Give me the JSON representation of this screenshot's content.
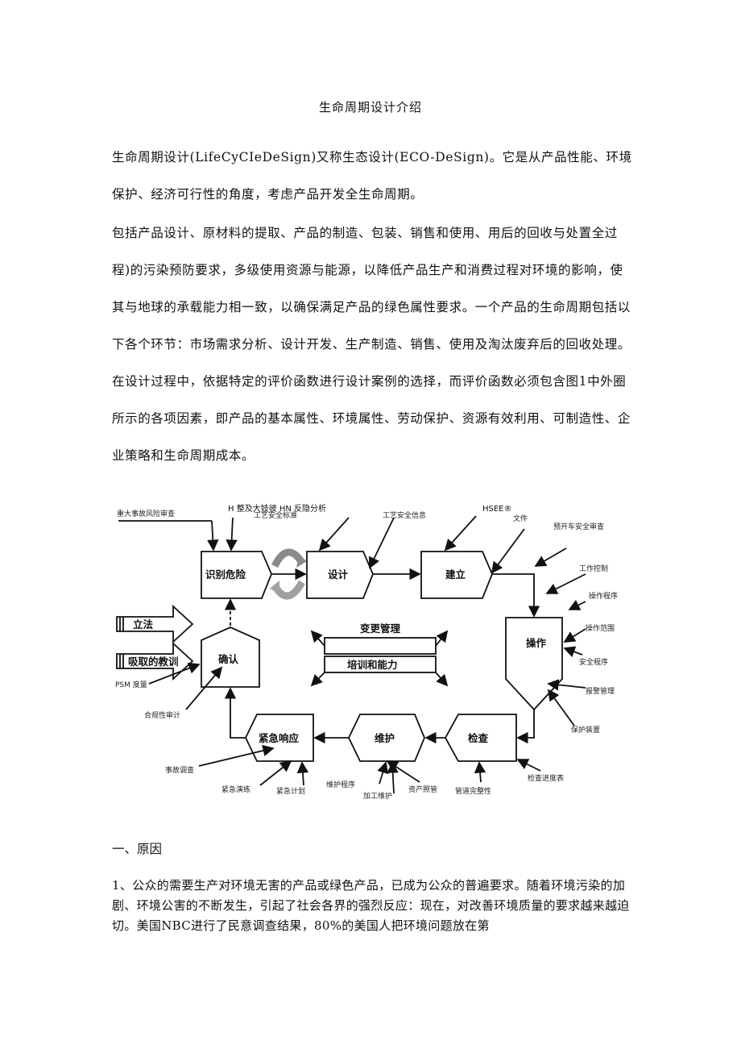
{
  "doc": {
    "title": "生命周期设计介绍",
    "para1": "生命周期设计(LifeCyCIeDeSign)又称生态设计(ECO-DeSign)。它是从产品性能、环境保护、经济可行性的角度，考虑产品开发全生命周期。",
    "para2": "包括产品设计、原材料的提取、产品的制造、包装、销售和使用、用后的回收与处置全过程)的污染预防要求，多级使用资源与能源，以降低产品生产和消费过程对环境的影响，使其与地球的承载能力相一致，以确保满足产品的绿色属性要求。一个产品的生命周期包括以下各个环节：市场需求分析、设计开发、生产制造、销售、使用及淘汰废弃后的回收处理。在设计过程中，依据特定的评价函数进行设计案例的选择，而评价函数必须包含图1中外圈所示的各项因素，即产品的基本属性、环境属性、劳动保护、资源有效利用、可制造性、企业策略和生命周期成本。",
    "section_heading": "一、原因",
    "para3": "1、公众的需要生产对环境无害的产品或绿色产品，已成为公众的普遍要求。随着环境污染的加剧、环境公害的不断发生，引起了社会各界的强烈反应：现在，对改善环境质量的要求越来越迫切。美国NBC进行了民意调查结果，80%的美国人把环境问题放在第"
  },
  "diagram": {
    "header_left": "H 整及大妓彼 HN 反隐分析",
    "header_right": "HSEE®",
    "boxes": {
      "identify": "识别危险",
      "design": "设计",
      "build": "建立",
      "operate": "操作",
      "inspect": "检查",
      "maintain": "维护",
      "emergency": "紧急响应",
      "confirm": "确认"
    },
    "inputs": {
      "legislation": "立法",
      "lessons": "吸取的教训"
    },
    "center": {
      "change_mgmt": "变更管理",
      "training": "培训和能力"
    },
    "labels": {
      "major_risk": "重大事故风险审查",
      "process_std": "工艺安全标准",
      "process_info": "工艺安全信息",
      "file": "文件",
      "prestart": "预开车安全审查",
      "work_control": "工作控制",
      "op_proc": "操作程序",
      "op_range": "操作范围",
      "safe_proc": "安全程序",
      "alarm_mgmt": "报警管理",
      "protect_dev": "保护装置",
      "insp_schedule": "检查进度表",
      "mgmt_integrity": "管道完整性",
      "asset_care": "资产照管",
      "processing_maint": "加工维护",
      "maint_proc": "维护程序",
      "emerg_plan": "紧急计划",
      "emerg_drill": "紧急演练",
      "accident_inv": "事故调查",
      "compliance_audit": "合规性审计",
      "psm": "PSM 度量"
    }
  }
}
